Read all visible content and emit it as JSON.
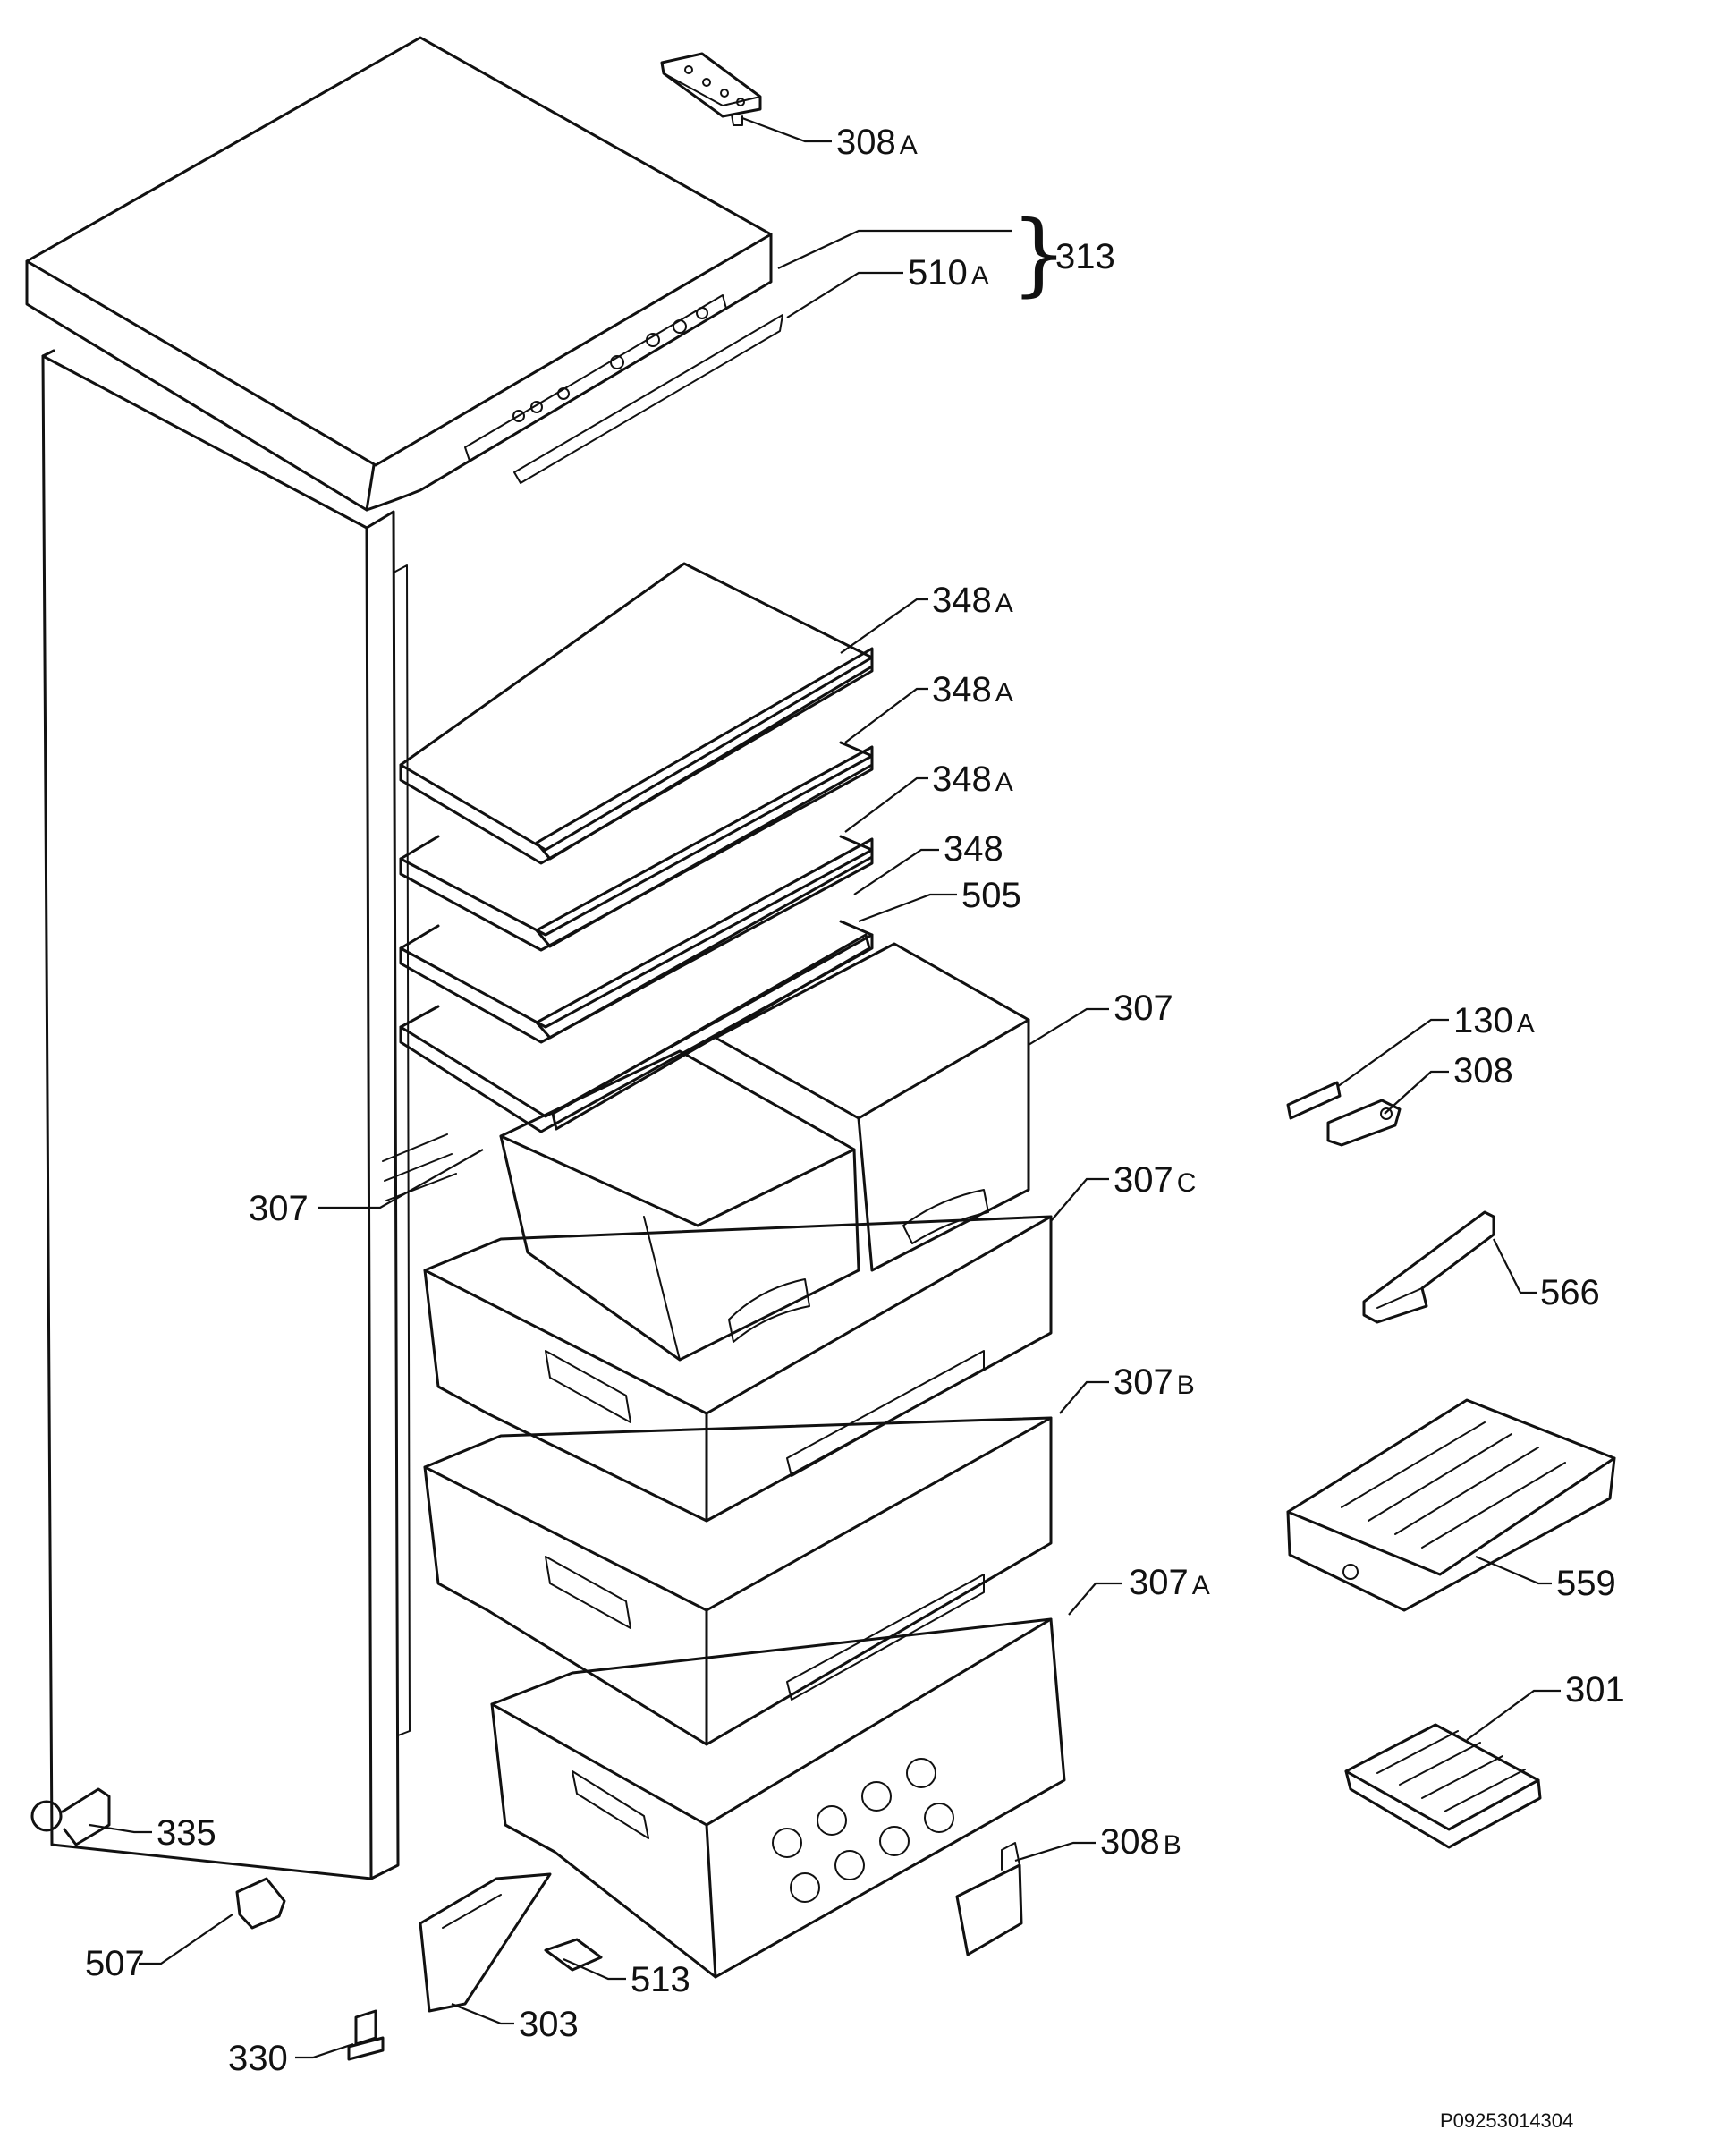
{
  "diagram": {
    "image_code": "P09253014304",
    "labels": [
      {
        "key": "l308A",
        "num": "308",
        "suffix": "A"
      },
      {
        "key": "l313",
        "num": "313",
        "suffix": ""
      },
      {
        "key": "l510A",
        "num": "510",
        "suffix": "A"
      },
      {
        "key": "l348A1",
        "num": "348",
        "suffix": "A"
      },
      {
        "key": "l348A2",
        "num": "348",
        "suffix": "A"
      },
      {
        "key": "l348A3",
        "num": "348",
        "suffix": "A"
      },
      {
        "key": "l348",
        "num": "348",
        "suffix": ""
      },
      {
        "key": "l505",
        "num": "505",
        "suffix": ""
      },
      {
        "key": "l307a",
        "num": "307",
        "suffix": ""
      },
      {
        "key": "l307b",
        "num": "307",
        "suffix": ""
      },
      {
        "key": "l307C",
        "num": "307",
        "suffix": "C"
      },
      {
        "key": "l307B",
        "num": "307",
        "suffix": "B"
      },
      {
        "key": "l307A",
        "num": "307",
        "suffix": "A"
      },
      {
        "key": "l130A",
        "num": "130",
        "suffix": "A"
      },
      {
        "key": "l308",
        "num": "308",
        "suffix": ""
      },
      {
        "key": "l566",
        "num": "566",
        "suffix": ""
      },
      {
        "key": "l559",
        "num": "559",
        "suffix": ""
      },
      {
        "key": "l301",
        "num": "301",
        "suffix": ""
      },
      {
        "key": "l308B",
        "num": "308",
        "suffix": "B"
      },
      {
        "key": "l335",
        "num": "335",
        "suffix": ""
      },
      {
        "key": "l507",
        "num": "507",
        "suffix": ""
      },
      {
        "key": "l513",
        "num": "513",
        "suffix": ""
      },
      {
        "key": "l330",
        "num": "330",
        "suffix": ""
      },
      {
        "key": "l303",
        "num": "303",
        "suffix": ""
      }
    ]
  }
}
